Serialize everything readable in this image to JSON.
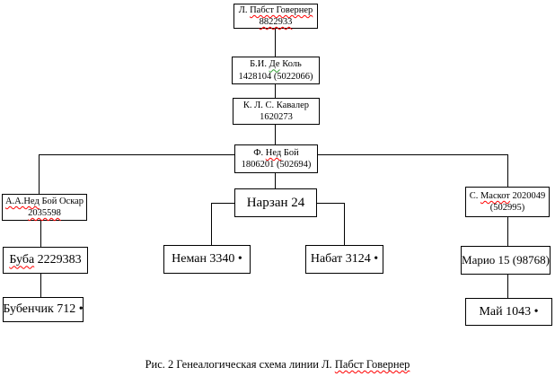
{
  "diagram": {
    "nodes": {
      "root": {
        "name_prefix": "Л. ",
        "name_misspelled": "Пабст Говернер",
        "reg_misspelled": "8822933"
      },
      "dekol": {
        "name_prefix": "Б.И. ",
        "name_grammar": "Де",
        "name_suffix": " Коль",
        "reg": "1428104 (5022066)"
      },
      "kavaler": {
        "name": "К. Л. С. Кавалер",
        "reg": "1620273"
      },
      "nedboy": {
        "name_prefix": "Ф. ",
        "name_misspelled": "Нед",
        "name_suffix": " Бой",
        "reg": "1806201 (502694)"
      },
      "oskar": {
        "name_misspelled": "А.А.Нед",
        "name_suffix": " Бой Оскар",
        "reg_misspelled": "2035598"
      },
      "buba": {
        "name_misspelled": "Буба",
        "name_suffix": " 2229383"
      },
      "bubenchik": {
        "name": "Бубенчик 712 •"
      },
      "narzan": {
        "name": "Нарзан 24"
      },
      "neman": {
        "name": "Неман 3340 •"
      },
      "nabat": {
        "name": "Набат 3124 •"
      },
      "maskot": {
        "name_prefix": "С. ",
        "name_misspelled": "Маскот",
        "name_suffix": " 2020049",
        "reg": "(502995)"
      },
      "mario": {
        "name": "Марио 15 (98768)"
      },
      "may": {
        "name": "Май 1043 •"
      }
    },
    "caption": {
      "prefix": "Рис. 2 Генеалогическая схема линии Л. ",
      "misspelled": "Пабст Говернер"
    }
  },
  "colors": {
    "background": "#ffffff",
    "text": "#000000",
    "box_border": "#000000",
    "connector": "#000000",
    "spell_error_underline": "#ff0000",
    "grammar_underline": "#2f9e2f"
  }
}
